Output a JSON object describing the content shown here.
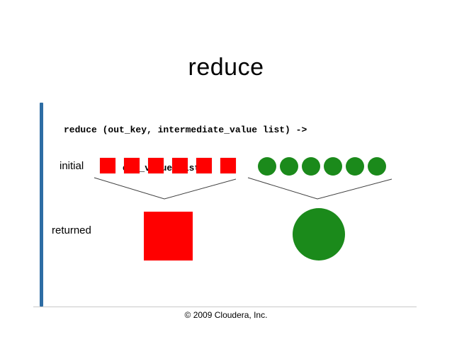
{
  "slide": {
    "title": "reduce",
    "code": {
      "line1": "reduce (out_key, intermediate_value list) ->",
      "line2": "out_value list"
    },
    "rows": {
      "initial_label": "initial",
      "returned_label": "returned"
    },
    "diagram": {
      "initial_square_count": 6,
      "initial_circle_count": 6
    },
    "footer": "© 2009 Cloudera, Inc."
  },
  "colors": {
    "accent_bar": "#2E6DA4",
    "square_red": "#FF0000",
    "circle_green": "#1B8A1B",
    "connector": "#3F3F3F",
    "footer_rule": "#C9C9C9",
    "text": "#000000"
  }
}
